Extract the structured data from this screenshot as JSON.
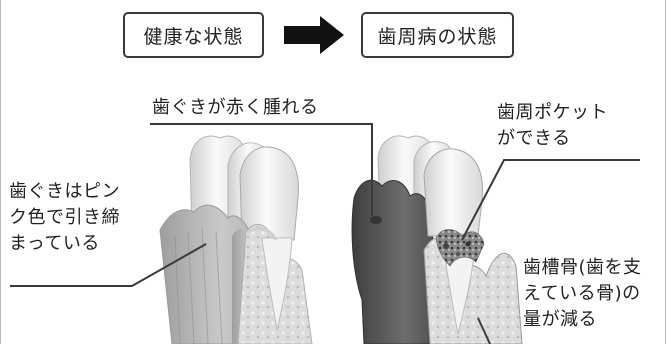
{
  "header": {
    "healthy_label": "健康な状態",
    "disease_label": "歯周病の状態"
  },
  "annotations": {
    "gum_red_swollen": "歯ぐきが赤く腫れる",
    "pocket_forms": "歯周ポケット\nができる",
    "gum_pink_tight": "歯ぐきはピン\nク色で引き締\nまっている",
    "bone_reduced": "歯槽骨(歯を支\nえている骨)の\n量が減る"
  },
  "colors": {
    "arrow": "#111111",
    "leader_line": "#3a3a3a",
    "tooth_enamel": "#f4f4f4",
    "bone": "#d6d6d6",
    "healthy_gum": "#bdbdbd",
    "inflamed_gum": "#5a5a5a"
  }
}
